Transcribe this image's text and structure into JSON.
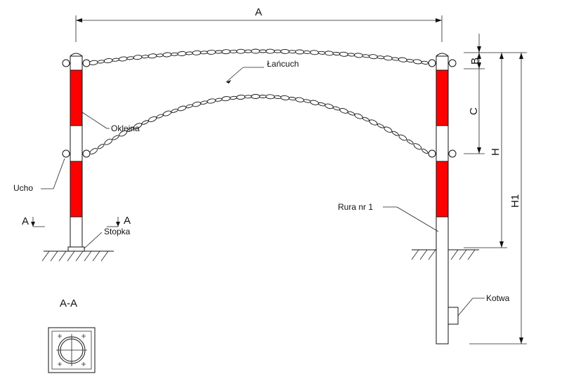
{
  "labels": {
    "chain": "Łańcuch",
    "sticker": "Okleina",
    "eye": "Ucho",
    "pipe": "Rura nr 1",
    "foot": "Stopka",
    "anchor": "Kotwa",
    "section": "A-A",
    "section_mark": "A"
  },
  "dimensions": {
    "span": "A",
    "top_offset": "B",
    "chain_spacing": "C",
    "visible_height": "H",
    "total_height": "H1"
  },
  "colors": {
    "stripe": "#ff0000",
    "line": "#111111"
  }
}
